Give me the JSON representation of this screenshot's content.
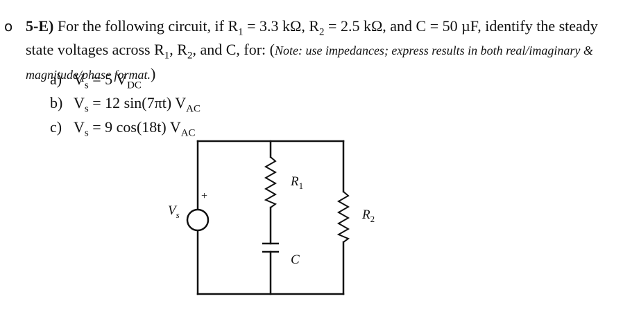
{
  "question": {
    "bullet": "o",
    "id": "5-E)",
    "text_1": " For the following circuit, if R",
    "sub_1": "1",
    "text_2": " = 3.3 kΩ, R",
    "sub_2": "2",
    "text_3": " = 2.5 kΩ, and C = 50 µF, identify the steady state voltages across R",
    "sub_3": "1",
    "text_4": ", R",
    "sub_4": "2",
    "text_5": ", and C, for: (",
    "note": "Note: use impedances; express results in both real/imaginary & magnitude/phase format.",
    "text_6": ")"
  },
  "parts": [
    {
      "letter": "a)",
      "pre": "V",
      "sub": "s",
      "mid": " = 5 V",
      "unit_sub": "DC"
    },
    {
      "letter": "b)",
      "pre": "V",
      "sub": "s",
      "mid": " = 12 sin(7πt) V",
      "unit_sub": "AC"
    },
    {
      "letter": "c)",
      "pre": "V",
      "sub": "s",
      "mid": " = 9 cos(18t) V",
      "unit_sub": "AC"
    }
  ],
  "circuit": {
    "source_label": "V",
    "source_label_sub": "s",
    "plus_sign": "+",
    "r1_label": "R",
    "r1_sub": "1",
    "c_label": "C",
    "r2_label": "R",
    "r2_sub": "2"
  }
}
